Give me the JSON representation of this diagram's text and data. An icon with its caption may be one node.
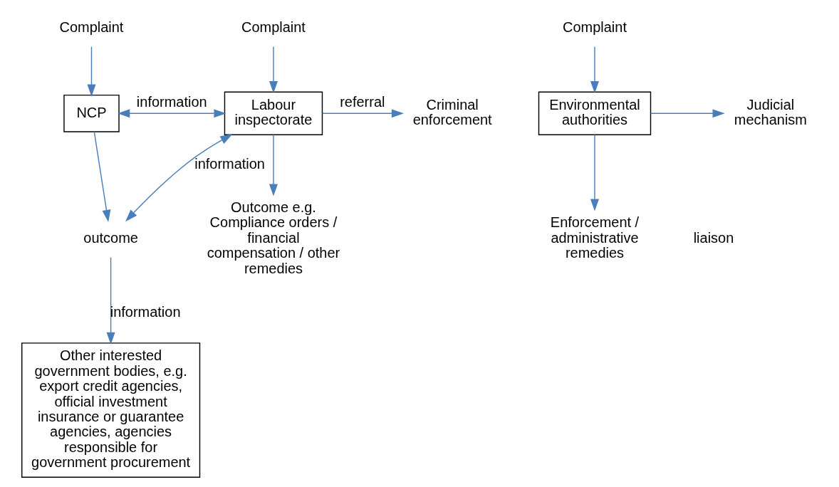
{
  "diagram": {
    "nodes": [
      {
        "text": [
          "Complaint"
        ]
      },
      {
        "text": [
          "Complaint"
        ]
      },
      {
        "text": [
          "Complaint"
        ]
      },
      {
        "text": [
          "NCP"
        ]
      },
      {
        "text": [
          "Labour inspectorate"
        ]
      },
      {
        "text": [
          "Criminal enforcement"
        ]
      },
      {
        "text": [
          "Environmental authorities"
        ]
      },
      {
        "text": [
          "Judicial mechanism"
        ]
      },
      {
        "text": [
          "outcome"
        ]
      },
      {
        "text": [
          "Outcome e.g. Compliance orders / financial compensation / other remedies"
        ]
      },
      {
        "text": [
          "Enforcement / administrative remedies"
        ]
      },
      {
        "text": [
          "Other interested government bodies, e.g. export credit agencies, official investment insurance or guarantee agencies, agencies responsible for government procurement"
        ]
      }
    ],
    "edges": [
      {
        "from": 0,
        "to": 3,
        "arrow": "to"
      },
      {
        "from": 1,
        "to": 4,
        "arrow": "to"
      },
      {
        "from": 2,
        "to": 6,
        "arrow": "to"
      },
      {
        "from": 3,
        "to": 4,
        "arrow": "both",
        "label": "information"
      },
      {
        "from": 4,
        "to": 5,
        "arrow": "to",
        "label": "referral"
      },
      {
        "from": 3,
        "to": 8,
        "arrow": "to"
      },
      {
        "from": 4,
        "to": 8,
        "arrow": "both",
        "label": "information"
      },
      {
        "from": 4,
        "to": 9,
        "arrow": "to"
      },
      {
        "from": 8,
        "to": 11,
        "arrow": "to",
        "label": "information"
      },
      {
        "from": 6,
        "to": 7,
        "arrow": "to"
      },
      {
        "from": 6,
        "to": 10,
        "arrow": "to"
      }
    ],
    "labels": [
      "liaison"
    ]
  }
}
